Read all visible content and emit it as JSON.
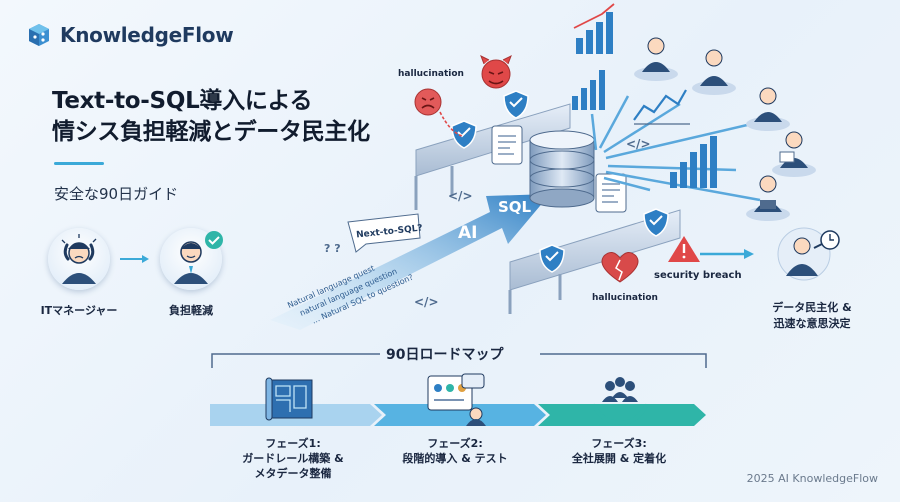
{
  "brand": {
    "name": "KnowledgeFlow"
  },
  "hero": {
    "title_line1": "Text-to-SQL導入による",
    "title_line2": "情シス負担軽減とデータ民主化",
    "subtitle": "安全な90日ガイド"
  },
  "personas": {
    "it_manager": "ITマネージャー",
    "relieved": "負担軽減"
  },
  "diagram": {
    "hallucination_top": "hallucination",
    "hallucination_bottom": "hallucination",
    "security_breach": "security breach",
    "ai": "AI",
    "sql": "SQL",
    "bubble_question": "Next-to-SQL?",
    "nl_line1": "Natural language quest",
    "nl_line2": "natural language question",
    "nl_line3": "... Natural SQL to question?",
    "outcome_line1": "データ民主化 &",
    "outcome_line2": "迅速な意思決定"
  },
  "roadmap": {
    "title": "90日ロードマップ",
    "phases": [
      {
        "line1": "フェーズ1:",
        "line2": "ガードレール構築 &",
        "line3": "メタデータ整備"
      },
      {
        "line1": "フェーズ2:",
        "line2": "段階的導入 & テスト",
        "line3": ""
      },
      {
        "line1": "フェーズ3:",
        "line2": "全社展開 & 定着化",
        "line3": ""
      }
    ]
  },
  "footer": {
    "copyright": "2025 AI KnowledgeFlow"
  },
  "colors": {
    "accent": "#3ba9d8",
    "navy": "#1f3a5f",
    "warning": "#e04848",
    "teal": "#2fb5a8"
  }
}
